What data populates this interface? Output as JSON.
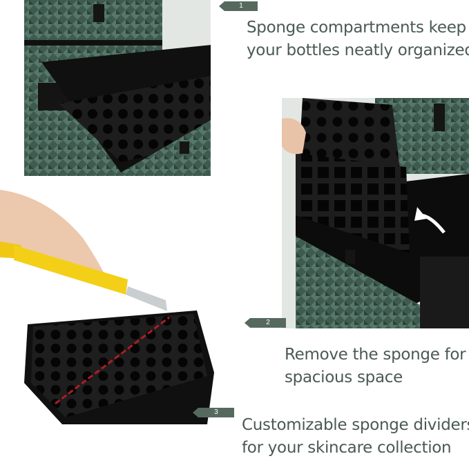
{
  "panels": [
    {
      "number": "1",
      "caption_lines": [
        "Sponge compartments keep",
        "your bottles neatly organized"
      ]
    },
    {
      "number": "2",
      "caption_lines": [
        "Remove the sponge for",
        "spacious space"
      ]
    },
    {
      "number": "3",
      "caption_lines": [
        "Customizable sponge dividers",
        "for your skincare collection"
      ]
    }
  ],
  "colors": {
    "tag": "#56695f",
    "caption_text": "#4a5a52",
    "case_green": "#3e5a4e",
    "foam": "#1c1c1c",
    "panel_bg": "#e4e8e4",
    "cut_line": "#b01c24"
  }
}
